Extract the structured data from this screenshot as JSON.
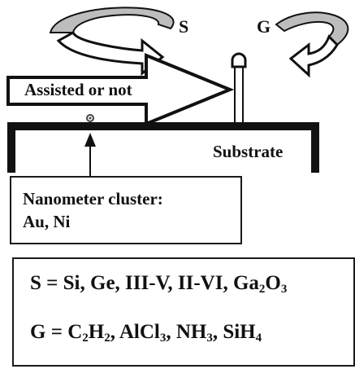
{
  "labels": {
    "source": "S",
    "gas": "G",
    "assisted": "Assisted or not",
    "substrate": "Substrate"
  },
  "cluster_box": {
    "line1": "Nanometer cluster:",
    "line2": "Au, Ni"
  },
  "formula_box": {
    "s_equation": [
      "S = Si, Ge, III-V, II-VI, Ga",
      "2",
      "O",
      "3"
    ],
    "g_equation": [
      "G = C",
      "2",
      "H",
      "2",
      ", AlCl",
      "3",
      ", NH",
      "3",
      ", SiH",
      "4"
    ]
  }
}
